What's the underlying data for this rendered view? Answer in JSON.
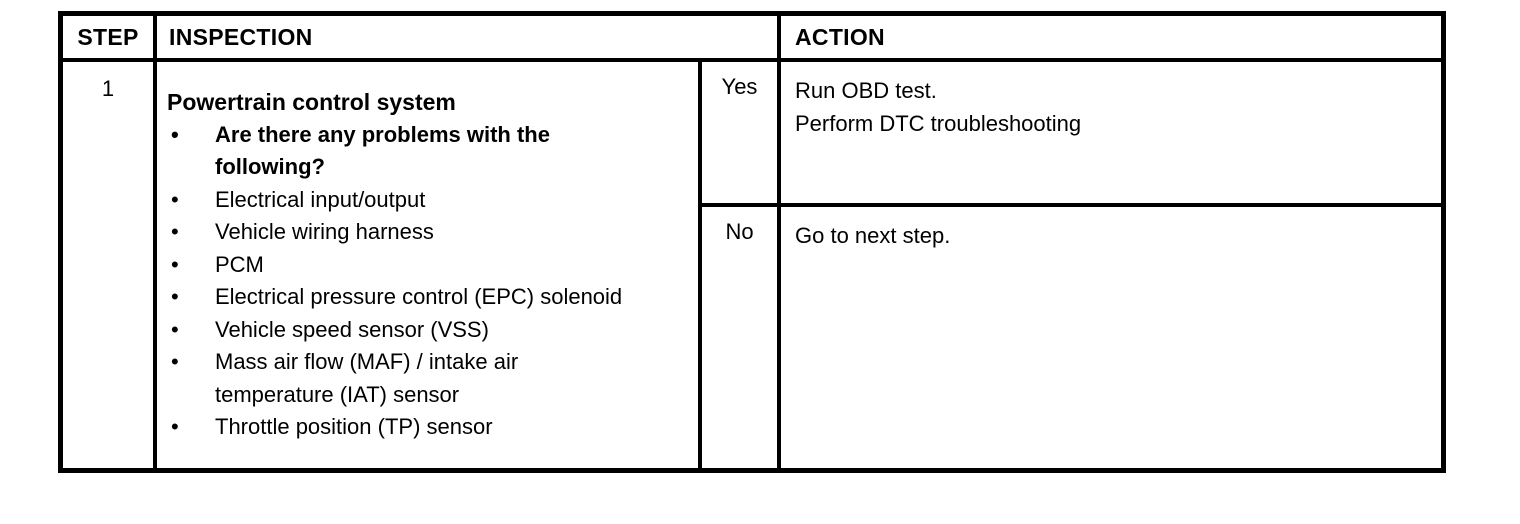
{
  "page": {
    "background": "#ffffff",
    "border_color": "#000000"
  },
  "table": {
    "bullet_char": "•",
    "headers": {
      "step": "STEP",
      "inspection": "INSPECTION",
      "action": "ACTION"
    },
    "rows": [
      {
        "step": "1",
        "inspection": {
          "title": "Powertrain control system",
          "bullets": [
            {
              "text": "Are there any problems with the following?",
              "bold": true
            },
            {
              "text": "Electrical input/output",
              "bold": false
            },
            {
              "text": "Vehicle wiring harness",
              "bold": false
            },
            {
              "text": "PCM",
              "bold": false
            },
            {
              "text": "Electrical pressure control (EPC) solenoid",
              "bold": false
            },
            {
              "text": "Vehicle speed sensor (VSS)",
              "bold": false
            },
            {
              "text": "Mass air flow (MAF) / intake air temperature (IAT) sensor",
              "bold": false
            },
            {
              "text": "Throttle position (TP) sensor",
              "bold": false
            }
          ]
        },
        "branches": [
          {
            "answer": "Yes",
            "action_lines": [
              "Run OBD test.",
              "Perform DTC troubleshooting"
            ]
          },
          {
            "answer": "No",
            "action_lines": [
              "Go to next step."
            ]
          }
        ]
      }
    ]
  }
}
